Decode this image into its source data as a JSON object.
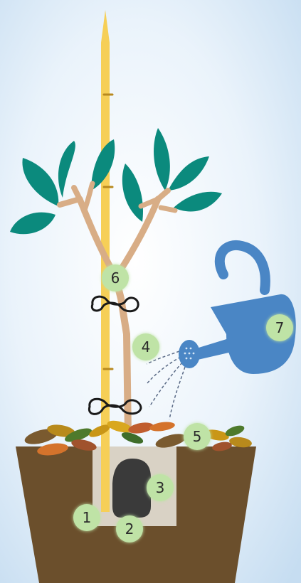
{
  "diagram": {
    "markers": [
      {
        "id": "1",
        "label": "1"
      },
      {
        "id": "2",
        "label": "2"
      },
      {
        "id": "3",
        "label": "3"
      },
      {
        "id": "4",
        "label": "4"
      },
      {
        "id": "5",
        "label": "5"
      },
      {
        "id": "6",
        "label": "6"
      },
      {
        "id": "7",
        "label": "7"
      }
    ],
    "colors": {
      "soil": "#6b4f2c",
      "planting_hole": "#d9d2c5",
      "root_ball": "#3a3a3a",
      "stem": "#d8ad86",
      "stake": "#f6cf57",
      "leaf": "#0b8a7d",
      "watering_can": "#4a86c5",
      "marker": "#bfe3a6",
      "sky": "#cfe3f3"
    }
  }
}
